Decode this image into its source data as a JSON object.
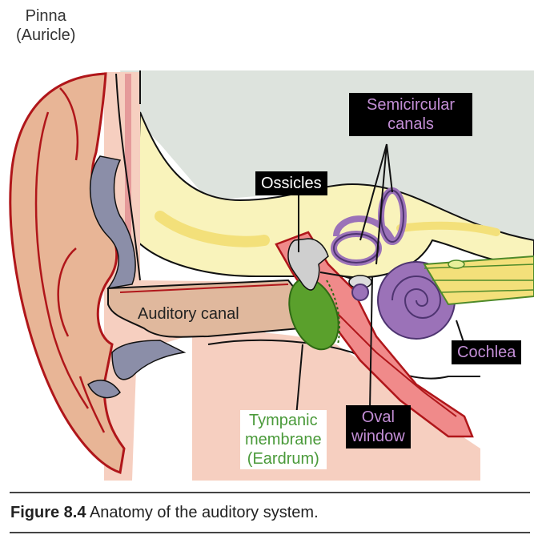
{
  "labels": {
    "pinna": "Pinna\n(Auricle)",
    "semicircular": "Semicircular\ncanals",
    "ossicles": "Ossicles",
    "auditory_canal": "Auditory canal",
    "cochlea": "Cochlea",
    "tympanic": "Tympanic\nmembrane\n(Eardrum)",
    "oval_window": "Oval\nwindow"
  },
  "caption": {
    "figure_number": "Figure 8.4",
    "text": " Anatomy of the auditory system."
  },
  "colors": {
    "skin": "#e8b596",
    "skin_light": "#f6cfc0",
    "skin_outline": "#b0161a",
    "bone_yellow": "#f9f3bb",
    "bone_bright": "#f3e07a",
    "background_gray": "#dde3dd",
    "cartilage": "#8b8ea8",
    "canal": "#e0b89d",
    "eardrum": "#5aa02c",
    "inner_ear": "#9b72b8",
    "label_purple": "#c38ed6",
    "label_green": "#4a9a3a"
  }
}
